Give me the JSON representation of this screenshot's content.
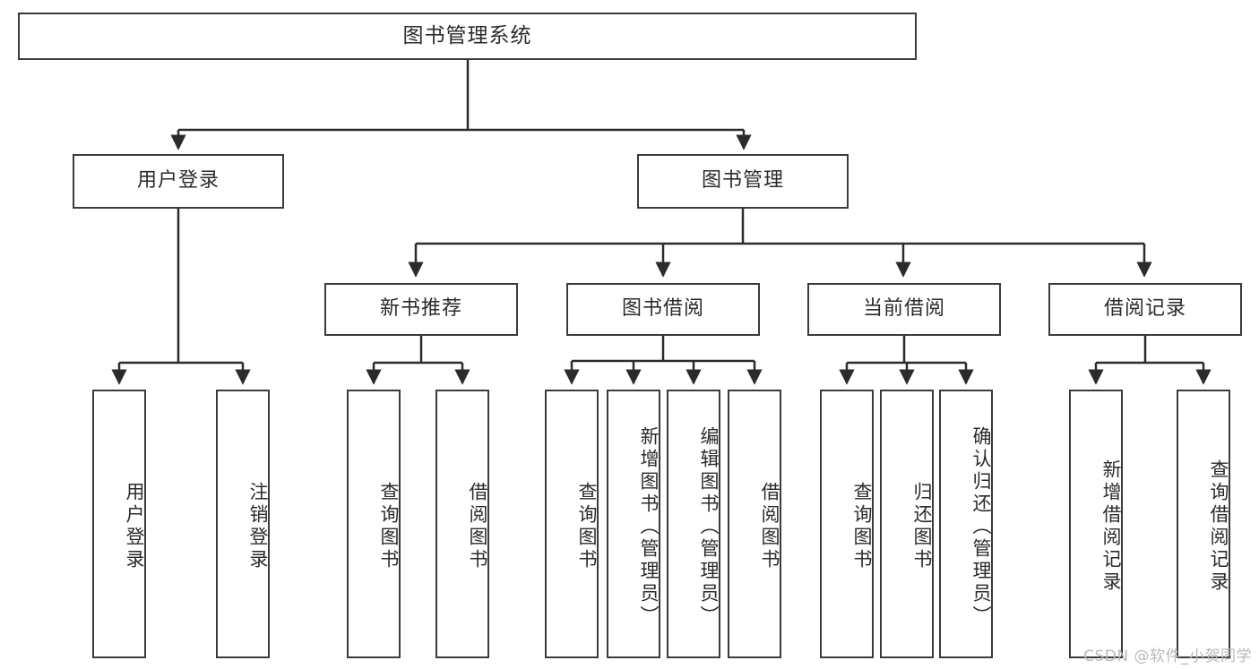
{
  "diagram": {
    "title": "图书管理系统",
    "watermark": "CSDN @软件_小贺同学",
    "line_color": "#3b3b3b",
    "box_fill": "#ffffff",
    "text_color": "#2b2b2b",
    "nodes": {
      "root": "图书管理系统",
      "level2": {
        "user_login": "用户登录",
        "book_manage": "图书管理"
      },
      "level3": {
        "new_book_recommend": "新书推荐",
        "book_borrow": "图书借阅",
        "current_borrow": "当前借阅",
        "borrow_record": "借阅记录"
      },
      "leaves": {
        "user_login_children": [
          "用户登录",
          "注销登录"
        ],
        "new_book_recommend_children": [
          "查询图书",
          "借阅图书"
        ],
        "book_borrow_children": [
          "查询图书",
          "新增图书（管理员）",
          "编辑图书（管理员）",
          "借阅图书"
        ],
        "current_borrow_children": [
          "查询图书",
          "归还图书",
          "确认归还（管理员）"
        ],
        "borrow_record_children": [
          "新增借阅记录",
          "查询借阅记录"
        ]
      }
    }
  }
}
